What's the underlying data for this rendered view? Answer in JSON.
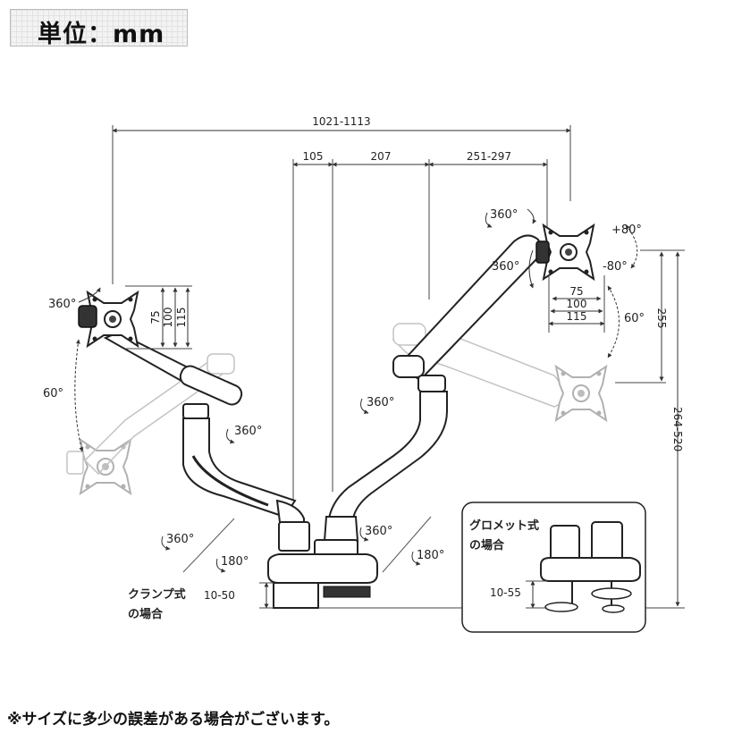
{
  "unit_label": "単位：mm",
  "dims": {
    "total_width": "1021-1113",
    "seg_105": "105",
    "seg_207": "207",
    "seg_251_297": "251-297",
    "vesa_75": "75",
    "vesa_100": "100",
    "vesa_115": "115",
    "height_255": "255",
    "height_total": "264-520",
    "clamp_range": "10-50",
    "grommet_range": "10-55"
  },
  "angles": {
    "rot_360": "360°",
    "rot_180": "180°",
    "tilt_60": "60°",
    "tilt_plus80": "+80°",
    "tilt_minus80": "-80°"
  },
  "labels": {
    "clamp_line1": "クランプ式",
    "clamp_line2": "の場合",
    "grommet_line1": "グロメット式",
    "grommet_line2": "の場合"
  },
  "footnote": "※サイズに多少の誤差がある場合がございます。"
}
